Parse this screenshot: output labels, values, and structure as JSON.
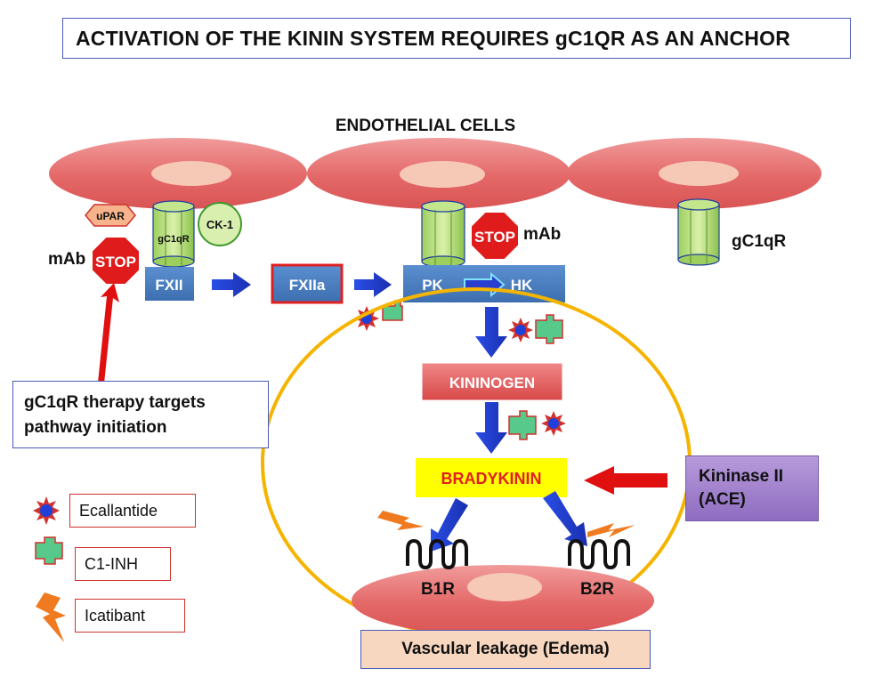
{
  "title": "ACTIVATION OF THE KININ SYSTEM REQUIRES gC1QR AS AN ANCHOR",
  "endothelial_label": "ENDOTHELIAL CELLS",
  "receptors": {
    "upar": "uPAR",
    "gc1qr_small": "gC1qR",
    "ck1": "CK-1",
    "gc1qr_right": "gC1qR"
  },
  "stop_signs": {
    "left": {
      "text": "STOP",
      "mab": "mAb"
    },
    "middle": {
      "text": "STOP",
      "mab": "mAb"
    }
  },
  "factors": {
    "fxii": "FXII",
    "fxiia": "FXIIa",
    "pk": "PK",
    "hk": "HK",
    "kininogen": "KININOGEN",
    "bradykinin": "BRADYKININ"
  },
  "note": {
    "line1": "gC1qR therapy targets",
    "line2": "pathway initiation"
  },
  "ace": {
    "line1": "Kininase II",
    "line2": "(ACE)"
  },
  "receptor_labels": {
    "b1r": "B1R",
    "b2r": "B2R"
  },
  "outcome": "Vascular leakage (Edema)",
  "legend": [
    {
      "label": "Ecallantide",
      "icon": "star-burst-icon"
    },
    {
      "label": "C1-INH",
      "icon": "green-cross-icon"
    },
    {
      "label": "Icatibant",
      "icon": "lightning-icon"
    }
  ],
  "colors": {
    "cell": "#e66a6a",
    "nucleus": "#f6c9b6",
    "factor_box": "#4f81bd",
    "kininogen": "#e35b5b",
    "bradykinin_bg": "#ffff00",
    "bradykinin_text": "#e02020",
    "arrow_blue": "#1f3fd8",
    "arrow_red": "#e01010",
    "ellipse": "#f5b400"
  }
}
